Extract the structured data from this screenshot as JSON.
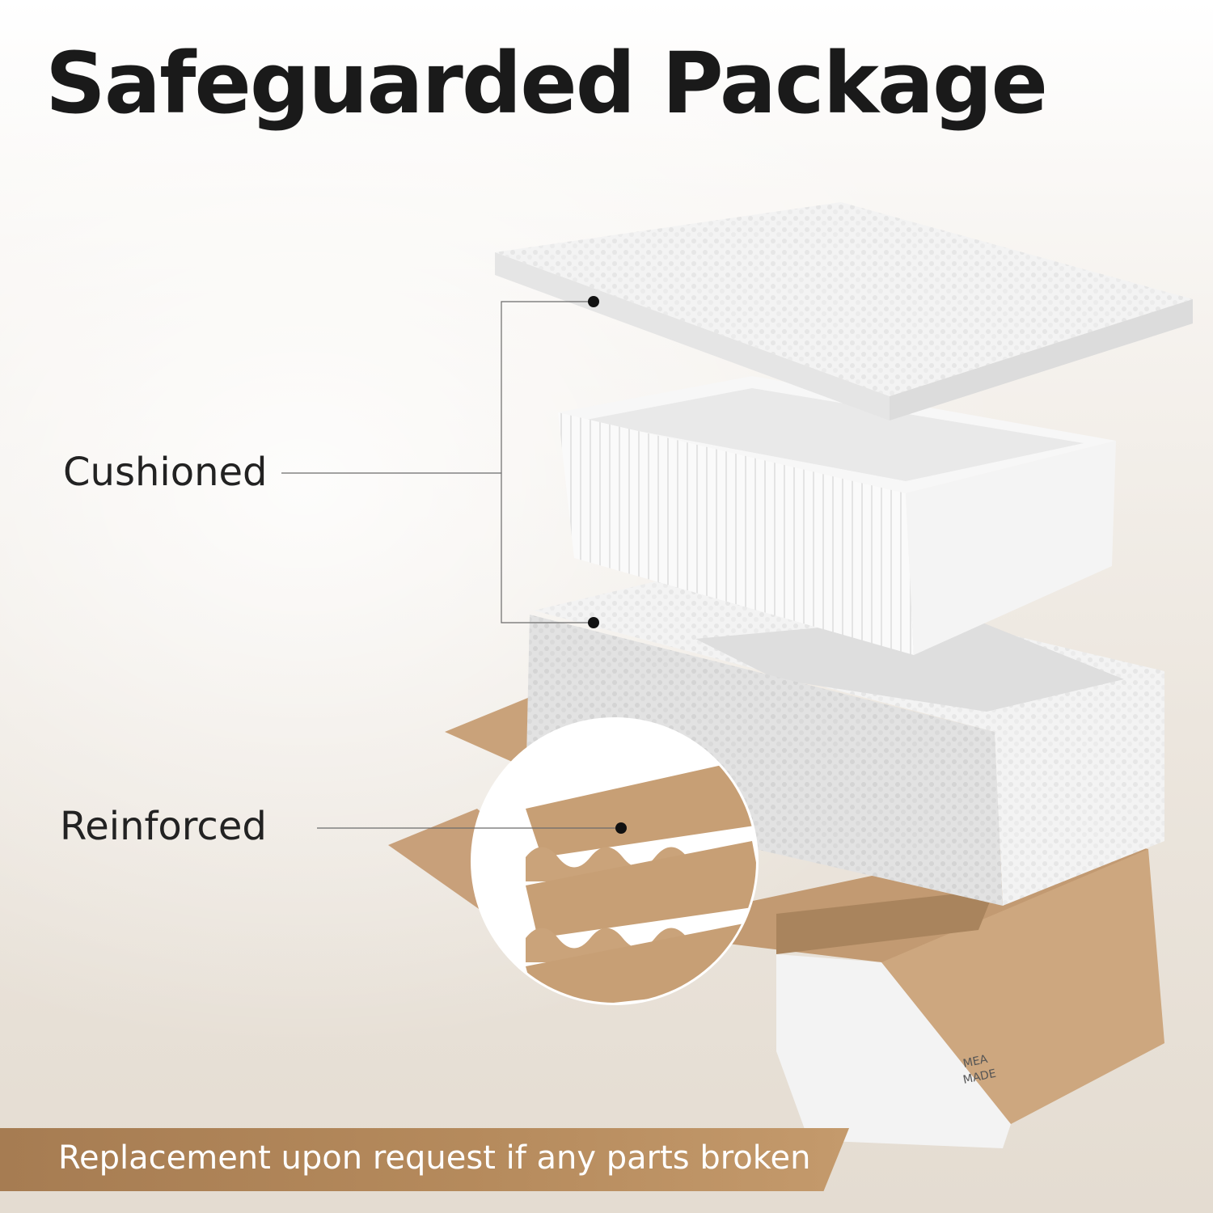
{
  "title": "Safeguarded Package",
  "labels": {
    "cushioned": "Cushioned",
    "reinforced": "Reinforced"
  },
  "banner": {
    "text": "Replacement upon request if any parts broken",
    "color": "#b08456"
  },
  "colors": {
    "foam": "#f2f2f2",
    "cardboard": "#c9a77d",
    "text": "#1a1a1a"
  }
}
